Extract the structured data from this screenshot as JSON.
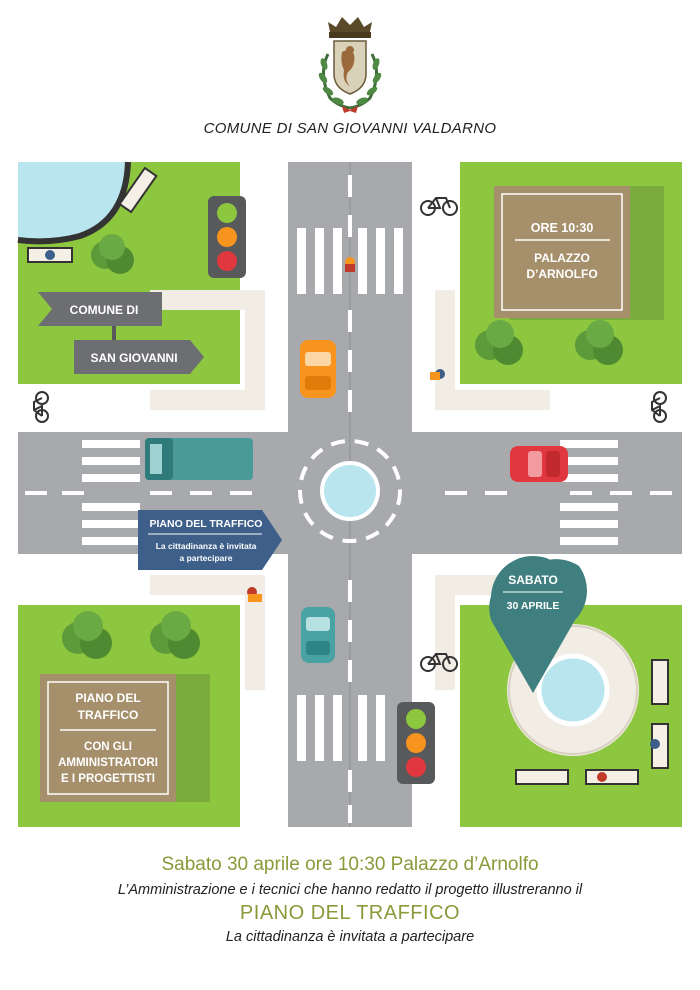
{
  "header": {
    "organization": "COMUNE DI SAN GIOVANNI VALDARNO"
  },
  "signs": {
    "comune_line1": "COMUNE DI",
    "comune_line2": "SAN GIOVANNI",
    "ore": "ORE 10:30",
    "palazzo_line1": "PALAZZO",
    "palazzo_line2": "D’ARNOLFO",
    "arrow_title": "PIANO DEL TRAFFICO",
    "arrow_sub1": "La cittadinanza è invitata",
    "arrow_sub2": "a partecipare",
    "pin_line1": "SABATO",
    "pin_line2": "30 APRILE",
    "board_line1": "PIANO DEL",
    "board_line2": "TRAFFICO",
    "board_line3": "CON GLI",
    "board_line4": "AMMINISTRATORI",
    "board_line5": "E I PROGETTISTI"
  },
  "footer": {
    "date_line": "Sabato 30 aprile ore 10:30 Palazzo d’Arnolfo",
    "description": "L’Amministrazione e i tecnici che hanno redatto il progetto illustreranno il",
    "headline": "PIANO DEL TRAFFICO",
    "invite": "La cittadinanza è invitata a partecipare"
  },
  "colors": {
    "grass": "#8dc63f",
    "road": "#a7a9ac",
    "sidewalk": "#f1ece4",
    "sign_gray": "#6d6e71",
    "board_brown": "#a6906c",
    "pin_teal": "#3f7f7f",
    "arrow_blue": "#3d5f8a",
    "water": "#b9e5ef",
    "accent_green_text": "#8a9a3a"
  }
}
